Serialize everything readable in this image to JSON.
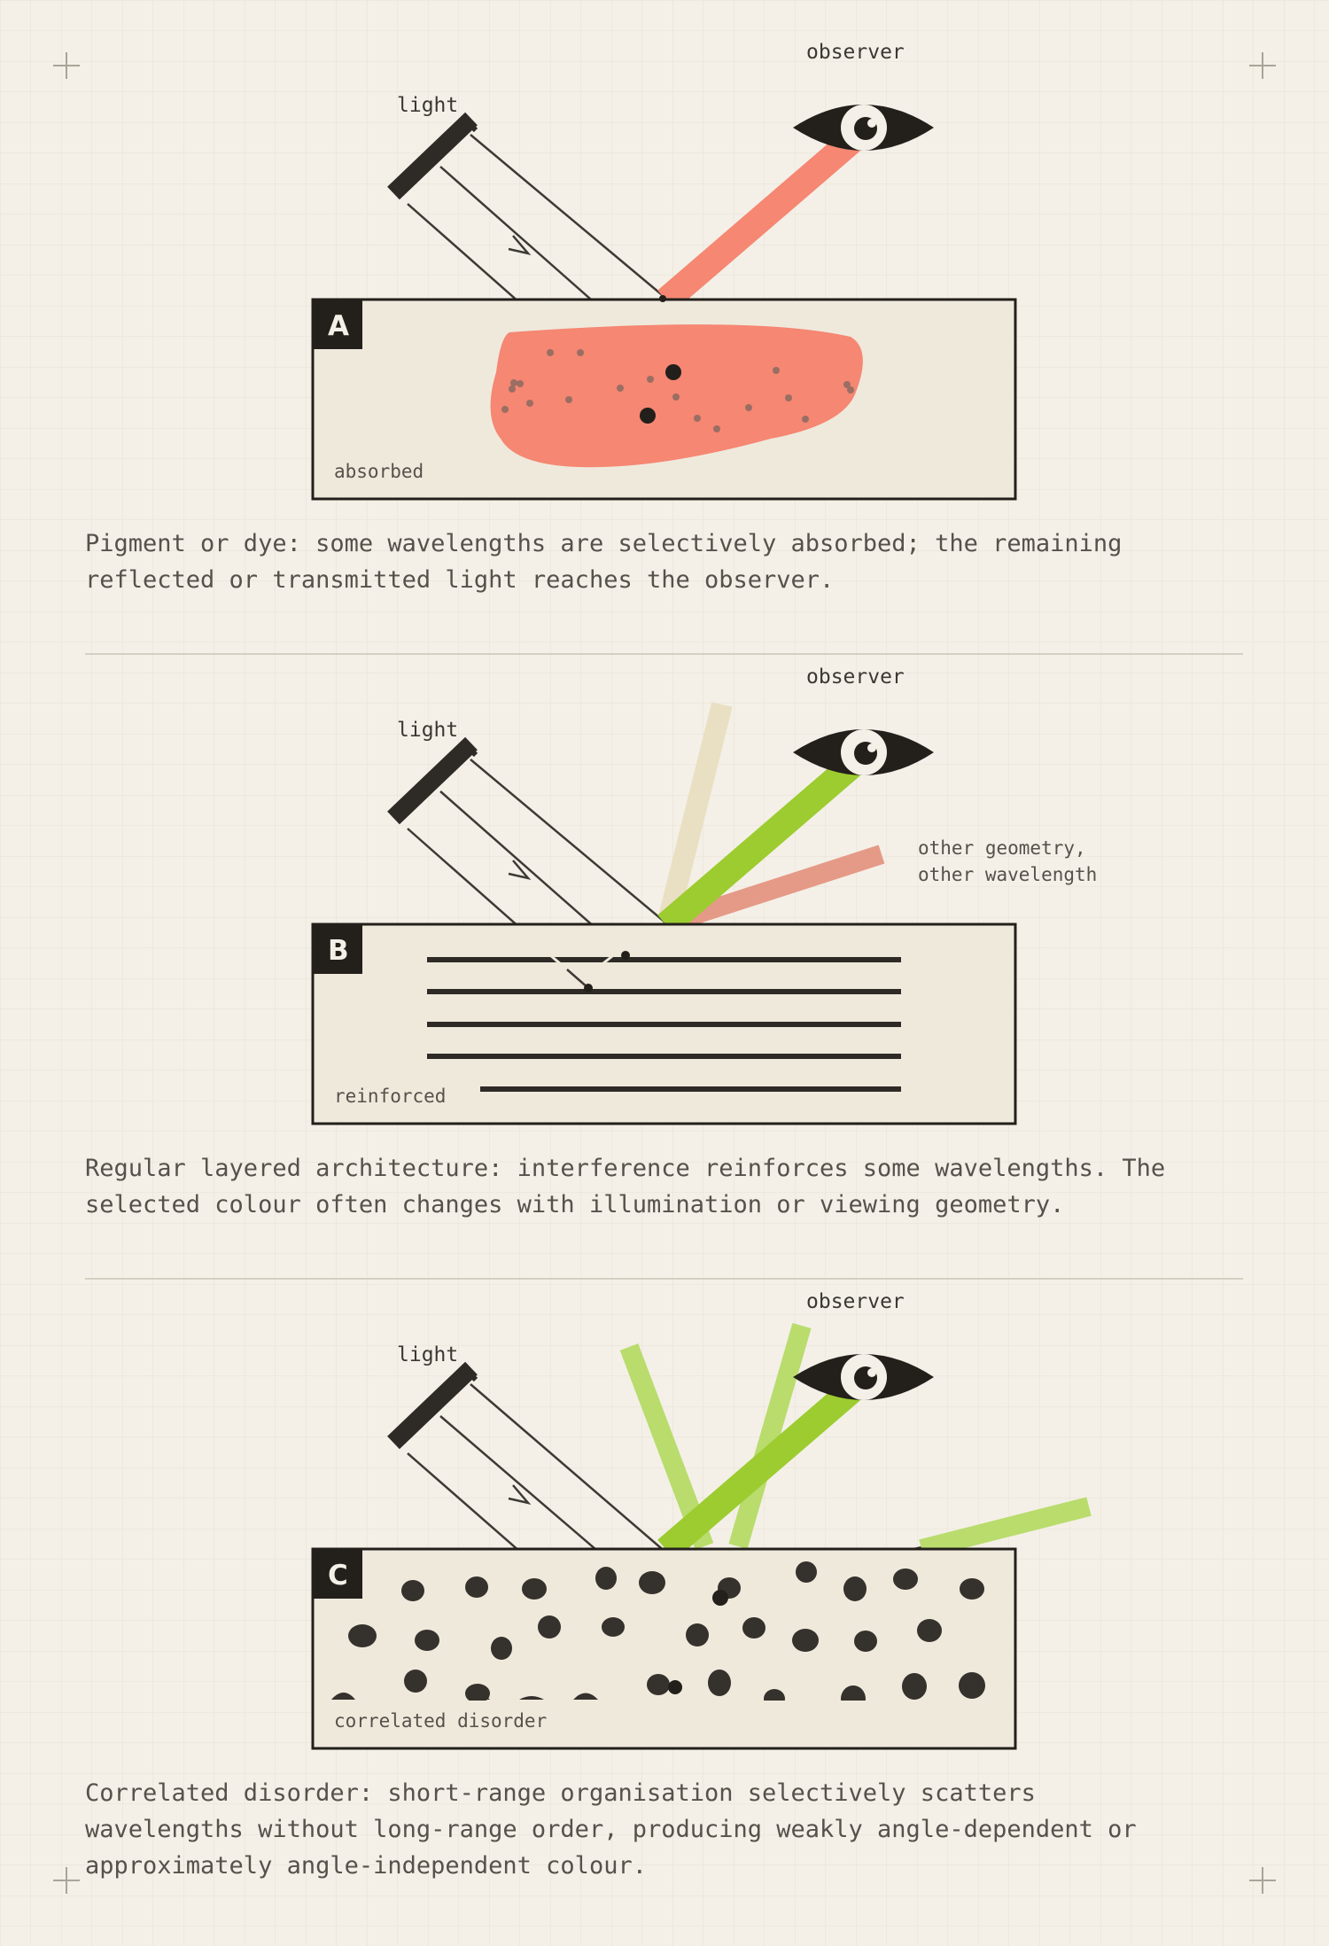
{
  "colors": {
    "background": "#f4f0e7",
    "panel": "#efe9dc",
    "ink": "#231f1b",
    "pigment": "#f58773",
    "green": "#9ccc2f",
    "green_light": "#b9dc6d",
    "red_muted": "#e59a87",
    "beige": "#e9dfc3"
  },
  "panels": [
    {
      "badge": "A",
      "light_label": "light",
      "observer_label": "observer",
      "inner_label": "absorbed",
      "caption": "Pigment or dye: some wavelengths are selectively absorbed; the remaining\nreflected or transmitted light reaches the observer."
    },
    {
      "badge": "B",
      "light_label": "light",
      "observer_label": "observer",
      "inner_label": "reinforced",
      "side_note_line1": "other geometry,",
      "side_note_line2": "other wavelength",
      "caption": "Regular layered architecture: interference reinforces some wavelengths. The\nselected colour often changes with illumination or viewing geometry."
    },
    {
      "badge": "C",
      "light_label": "light",
      "observer_label": "observer",
      "inner_label": "correlated disorder",
      "caption": "Correlated disorder: short-range organisation selectively scatters\nwavelengths without long-range order, producing weakly angle-dependent or\napproximately angle-independent colour."
    }
  ]
}
